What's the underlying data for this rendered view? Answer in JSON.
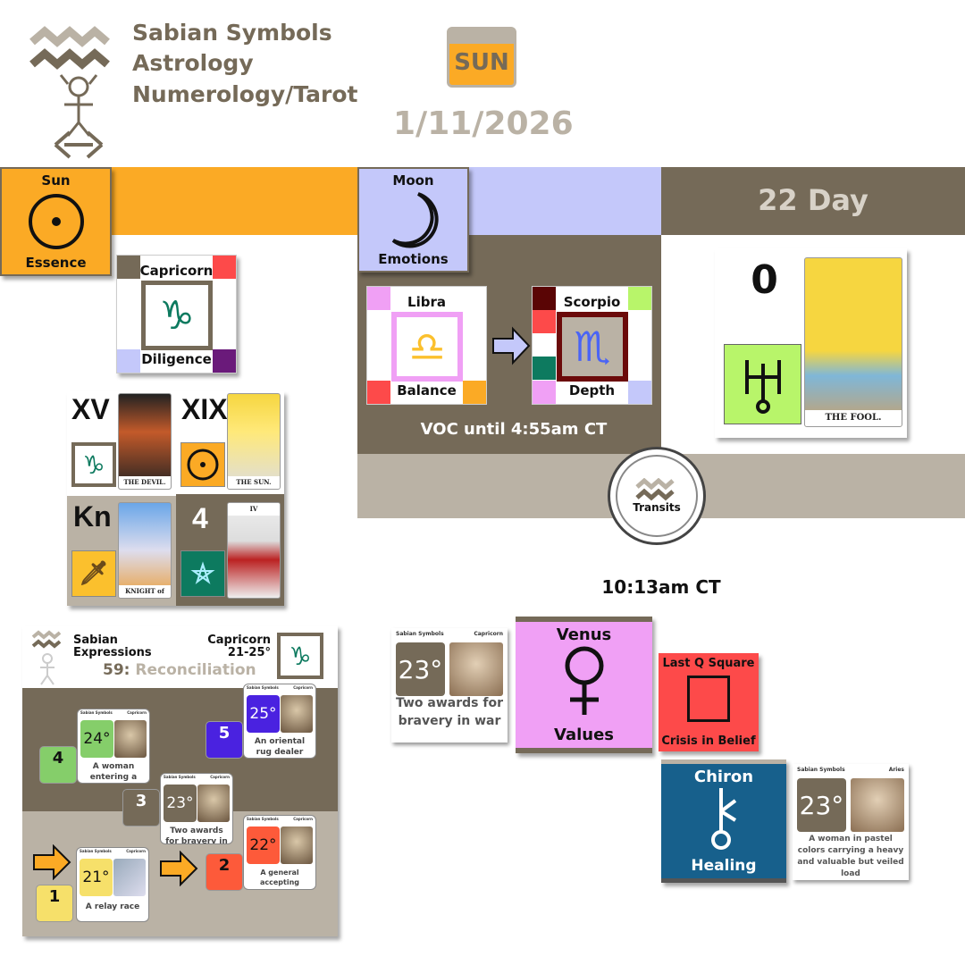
{
  "header": {
    "title_lines": [
      "Sabian Symbols",
      "Astrology",
      "Numerology/Tarot"
    ],
    "weekday": "SUN",
    "date": "1/11/2026"
  },
  "colors": {
    "brown": "#756a58",
    "taupe": "#bab2a5",
    "orange": "#fbaa25",
    "lavender": "#c4c8fa",
    "pink": "#f0a0f5",
    "red": "#fd4a4a",
    "blue": "#17608c",
    "green": "#85ce6a"
  },
  "sun": {
    "name": "Sun",
    "keyword": "Essence",
    "sign": {
      "name": "Capricorn",
      "keyword": "Diligence",
      "glyph": "♑"
    }
  },
  "moon": {
    "name": "Moon",
    "keyword": "Emotions",
    "from": {
      "name": "Libra",
      "keyword": "Balance",
      "glyph": "♎"
    },
    "to": {
      "name": "Scorpio",
      "keyword": "Depth",
      "glyph": "♏"
    },
    "voc": "VOC until 4:55am CT"
  },
  "day": {
    "label": "22 Day",
    "number": "0",
    "card": "THE FOOL."
  },
  "tarot": [
    {
      "numeral": "XV",
      "card": "THE DEVIL."
    },
    {
      "numeral": "XIX",
      "card": "THE SUN."
    },
    {
      "numeral": "Kn",
      "card": "KNIGHT of SWORDS."
    },
    {
      "numeral": "4",
      "card": "IV"
    }
  ],
  "transits": {
    "label": "Transits",
    "time": "10:13am CT"
  },
  "sabian": {
    "title_lines": [
      "Sabian",
      "Expressions"
    ],
    "sign": "Capricorn",
    "range": "21-25°",
    "number": "59:",
    "theme": "Reconciliation",
    "cards": [
      {
        "step": "1",
        "degree": "21°",
        "text": "A relay race"
      },
      {
        "step": "2",
        "degree": "22°",
        "text": "A general accepting defeat gracefully"
      },
      {
        "step": "3",
        "degree": "23°",
        "text": "Two awards for bravery in war"
      },
      {
        "step": "4",
        "degree": "24°",
        "text": "A woman entering a convent"
      },
      {
        "step": "5",
        "degree": "25°",
        "text": "An oriental rug dealer"
      }
    ],
    "card_header": {
      "brand": "Sabian Symbols"
    }
  },
  "transit": {
    "venus_card": {
      "sign": "Capricorn",
      "degree": "23°",
      "text": "Two awards for bravery in war"
    },
    "venus": {
      "name": "Venus",
      "keyword": "Values"
    },
    "aspect": {
      "name": "Last Q Square",
      "keyword": "Crisis in Belief"
    },
    "chiron": {
      "name": "Chiron",
      "keyword": "Healing"
    },
    "chiron_card": {
      "sign": "Aries",
      "degree": "23°",
      "text": "A woman in pastel colors carrying a heavy and valuable but veiled load"
    }
  }
}
